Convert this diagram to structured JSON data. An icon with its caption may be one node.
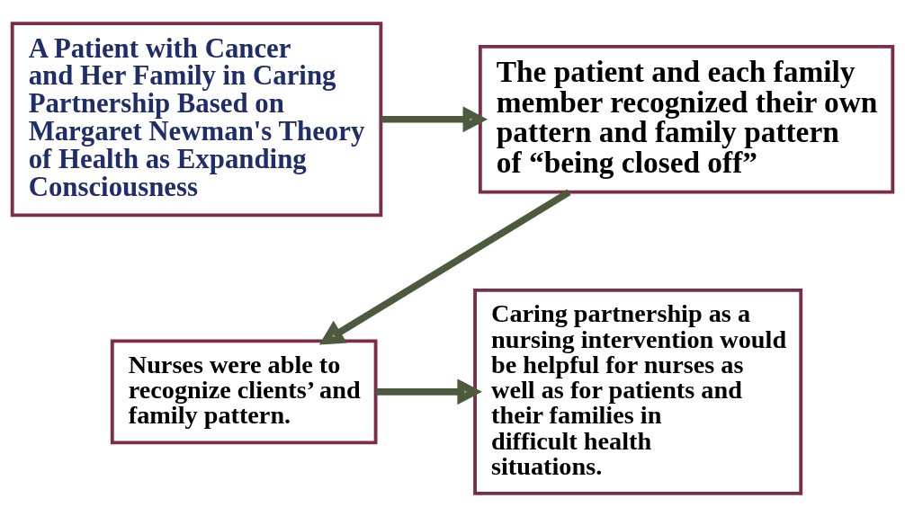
{
  "diagram": {
    "nodes": [
      {
        "text": [
          "A Patient with Cancer and Her Family in Caring Partnership Based on Margaret Newman's Theory of Health as Expanding Consciousness"
        ]
      },
      {
        "text": [
          "The patient and each family member recognized their own pattern and family pattern of “being closed off”"
        ]
      },
      {
        "text": [
          "Nurses were able to recognize clients’ and family pattern."
        ]
      },
      {
        "text": [
          "Caring partnership as a nursing intervention would be helpful for nurses as well as for patients and their families in difficult health situations."
        ]
      }
    ],
    "edges": [
      {
        "from": 0,
        "to": 1,
        "arrow": "to"
      },
      {
        "from": 1,
        "to": 2,
        "arrow": "to"
      },
      {
        "from": 2,
        "to": 3,
        "arrow": "to"
      }
    ]
  }
}
